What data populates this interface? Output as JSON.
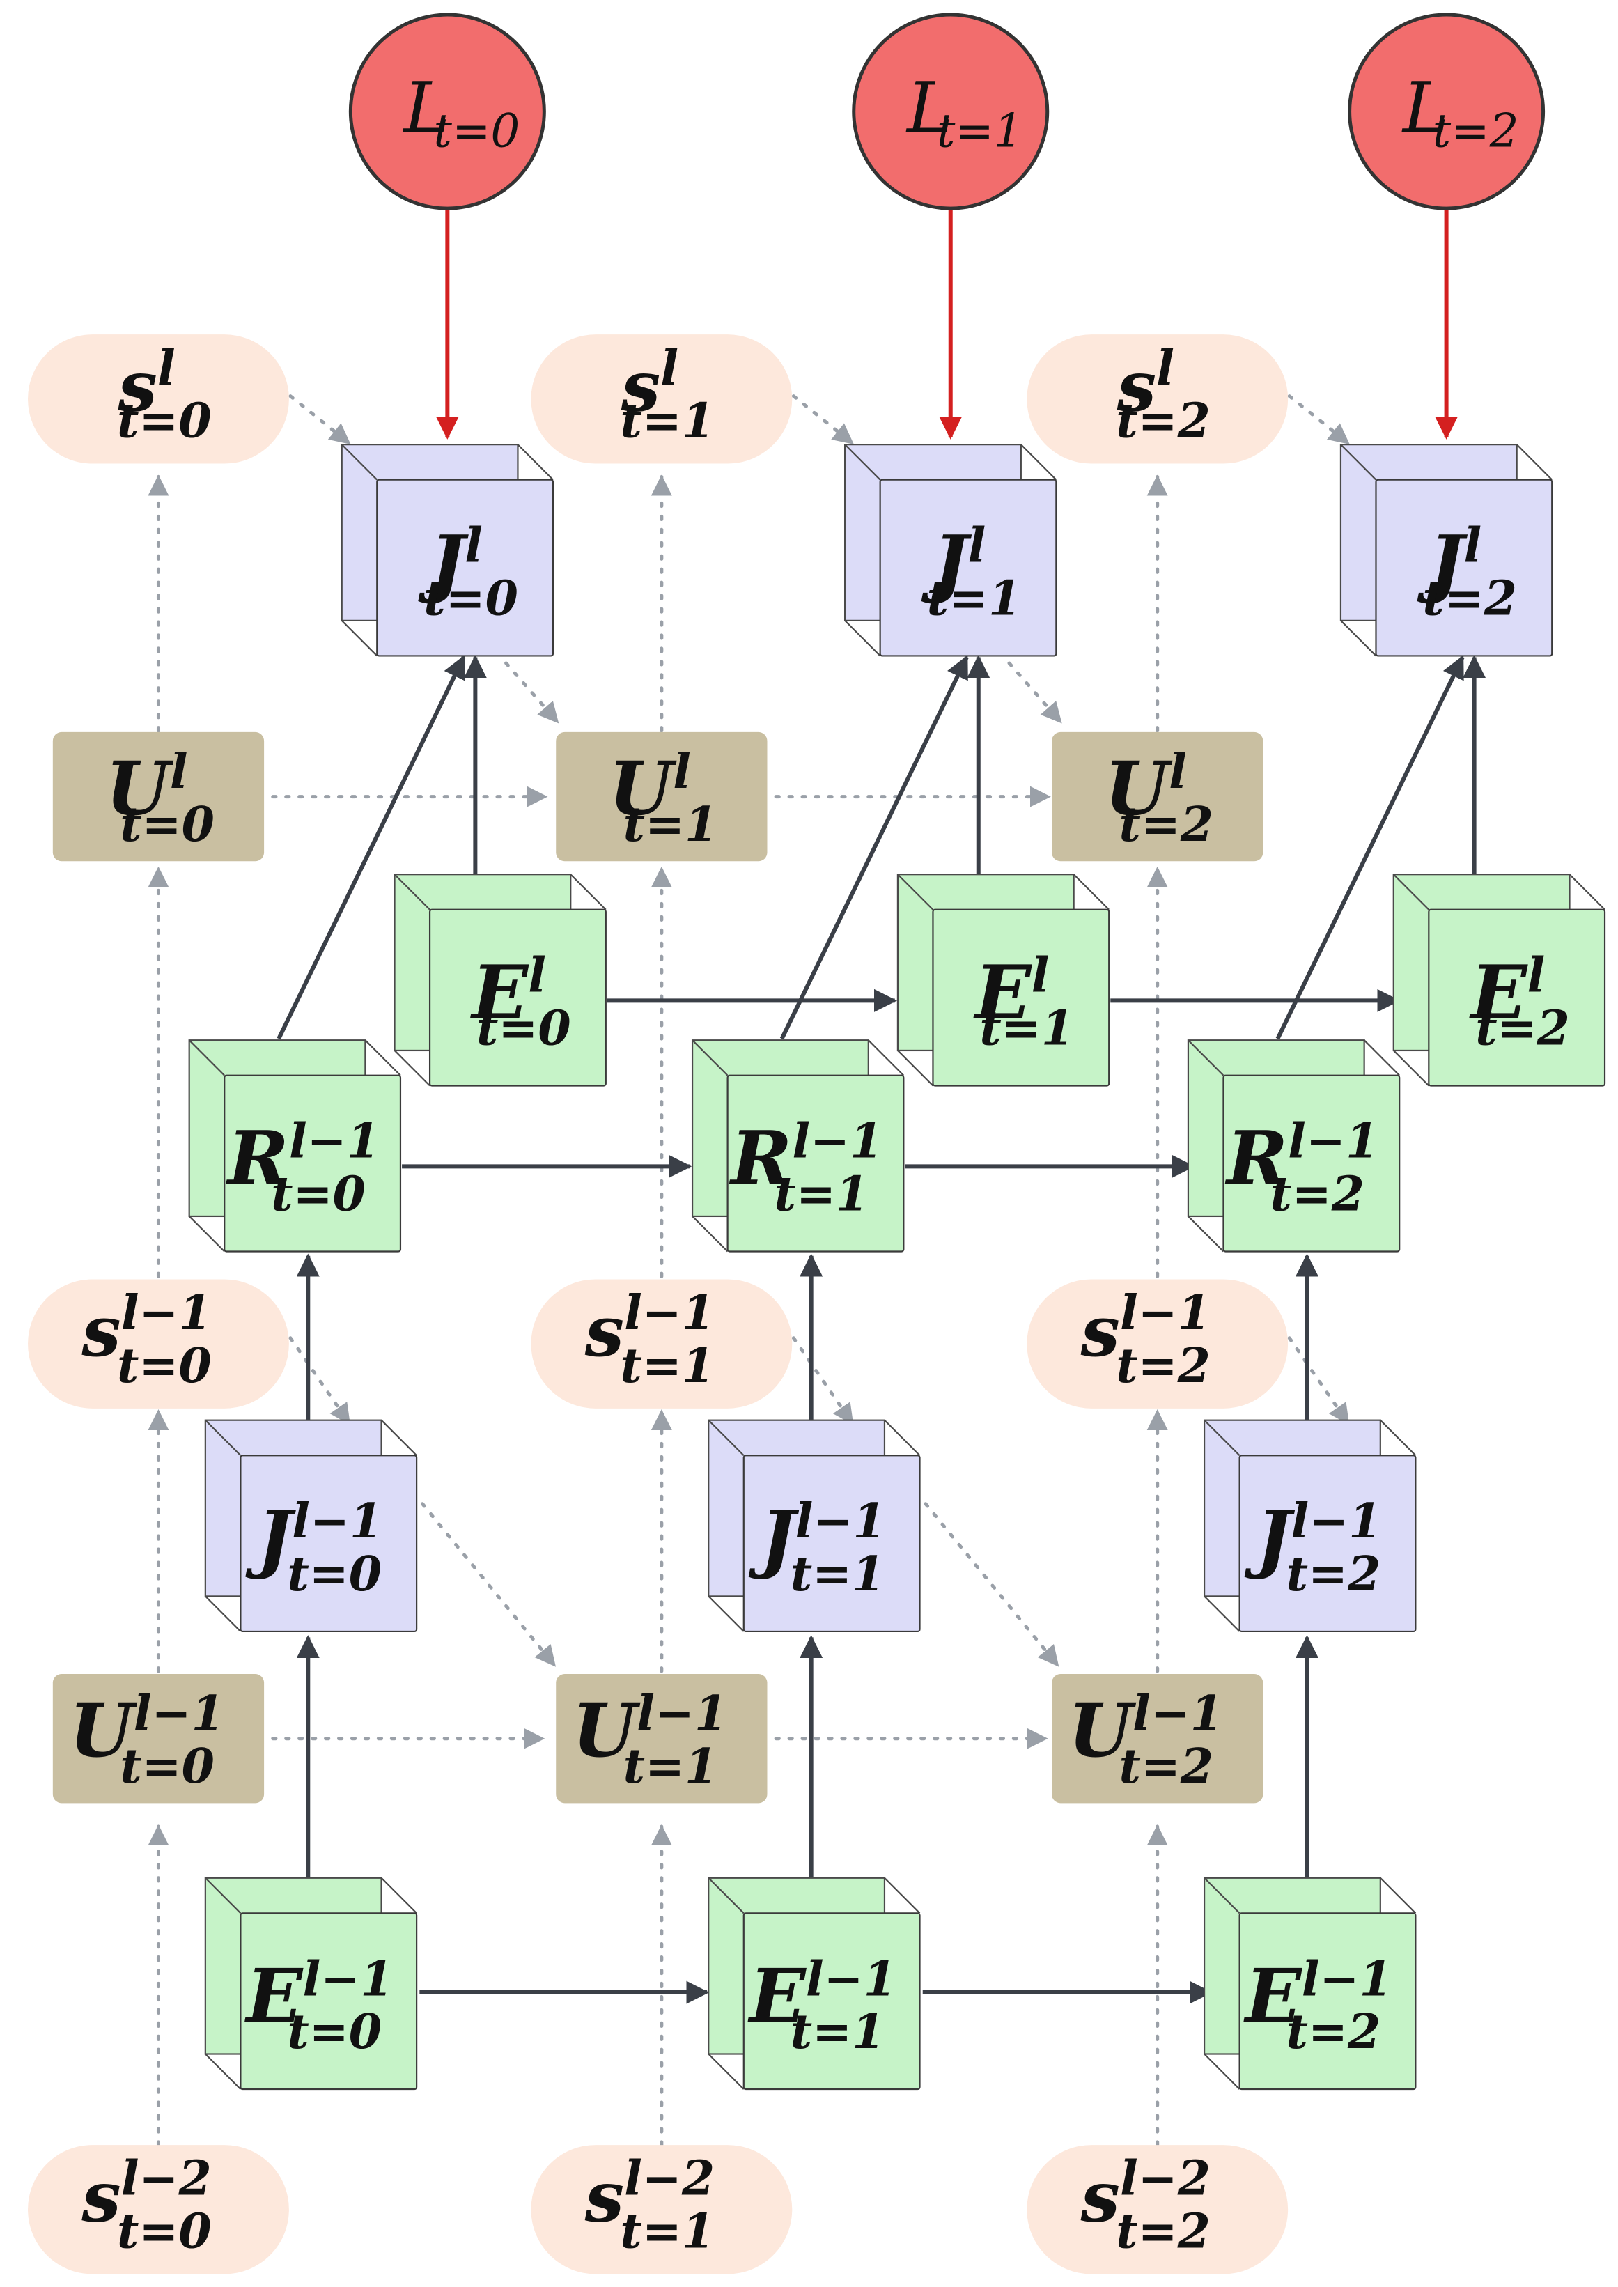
{
  "colors": {
    "loss": "#f26d6d",
    "loss_stroke": "#333333",
    "j_cube": "#dcdcf8",
    "e_cube": "#c6f3c8",
    "state": "#fde8dc",
    "u_box": "#c9bfa1",
    "red_arrow": "#d42020",
    "dark_arrow": "#3a3f47",
    "dotted": "#9aa0a8"
  },
  "icons": {
    "cube": "cube-shape",
    "loss": "circle-shape",
    "state": "rounded-pill-shape",
    "u": "rounded-rect-shape"
  },
  "losses": [
    {
      "base": "L",
      "sub": "t=0"
    },
    {
      "base": "L",
      "sub": "t=1"
    },
    {
      "base": "L",
      "sub": "t=2"
    }
  ],
  "j_l": [
    {
      "base": "J",
      "sup": "l",
      "sub": "t=0"
    },
    {
      "base": "J",
      "sup": "l",
      "sub": "t=1"
    },
    {
      "base": "J",
      "sup": "l",
      "sub": "t=2"
    }
  ],
  "u_l": [
    {
      "base": "U",
      "sup": "l",
      "sub": "t=0"
    },
    {
      "base": "U",
      "sup": "l",
      "sub": "t=1"
    },
    {
      "base": "U",
      "sup": "l",
      "sub": "t=2"
    }
  ],
  "e_l": [
    {
      "base": "E",
      "sup": "l",
      "sub": "t=0"
    },
    {
      "base": "E",
      "sup": "l",
      "sub": "t=1"
    },
    {
      "base": "E",
      "sup": "l",
      "sub": "t=2"
    }
  ],
  "r_lm1": [
    {
      "base": "R",
      "sup": "l−1",
      "sub": "t=0"
    },
    {
      "base": "R",
      "sup": "l−1",
      "sub": "t=1"
    },
    {
      "base": "R",
      "sup": "l−1",
      "sub": "t=2"
    }
  ],
  "j_lm1": [
    {
      "base": "J",
      "sup": "l−1",
      "sub": "t=0"
    },
    {
      "base": "J",
      "sup": "l−1",
      "sub": "t=1"
    },
    {
      "base": "J",
      "sup": "l−1",
      "sub": "t=2"
    }
  ],
  "u_lm1": [
    {
      "base": "U",
      "sup": "l−1",
      "sub": "t=0"
    },
    {
      "base": "U",
      "sup": "l−1",
      "sub": "t=1"
    },
    {
      "base": "U",
      "sup": "l−1",
      "sub": "t=2"
    }
  ],
  "e_lm1": [
    {
      "base": "E",
      "sup": "l−1",
      "sub": "t=0"
    },
    {
      "base": "E",
      "sup": "l−1",
      "sub": "t=1"
    },
    {
      "base": "E",
      "sup": "l−1",
      "sub": "t=2"
    }
  ],
  "s_l": [
    {
      "base": "s",
      "sup": "l",
      "sub": "t=0"
    },
    {
      "base": "s",
      "sup": "l",
      "sub": "t=1"
    },
    {
      "base": "s",
      "sup": "l",
      "sub": "t=2"
    }
  ],
  "s_lm1": [
    {
      "base": "s",
      "sup": "l−1",
      "sub": "t=0"
    },
    {
      "base": "s",
      "sup": "l−1",
      "sub": "t=1"
    },
    {
      "base": "s",
      "sup": "l−1",
      "sub": "t=2"
    }
  ],
  "s_lm2": [
    {
      "base": "s",
      "sup": "l−2",
      "sub": "t=0"
    },
    {
      "base": "s",
      "sup": "l−2",
      "sub": "t=1"
    },
    {
      "base": "s",
      "sup": "l−2",
      "sub": "t=2"
    }
  ]
}
